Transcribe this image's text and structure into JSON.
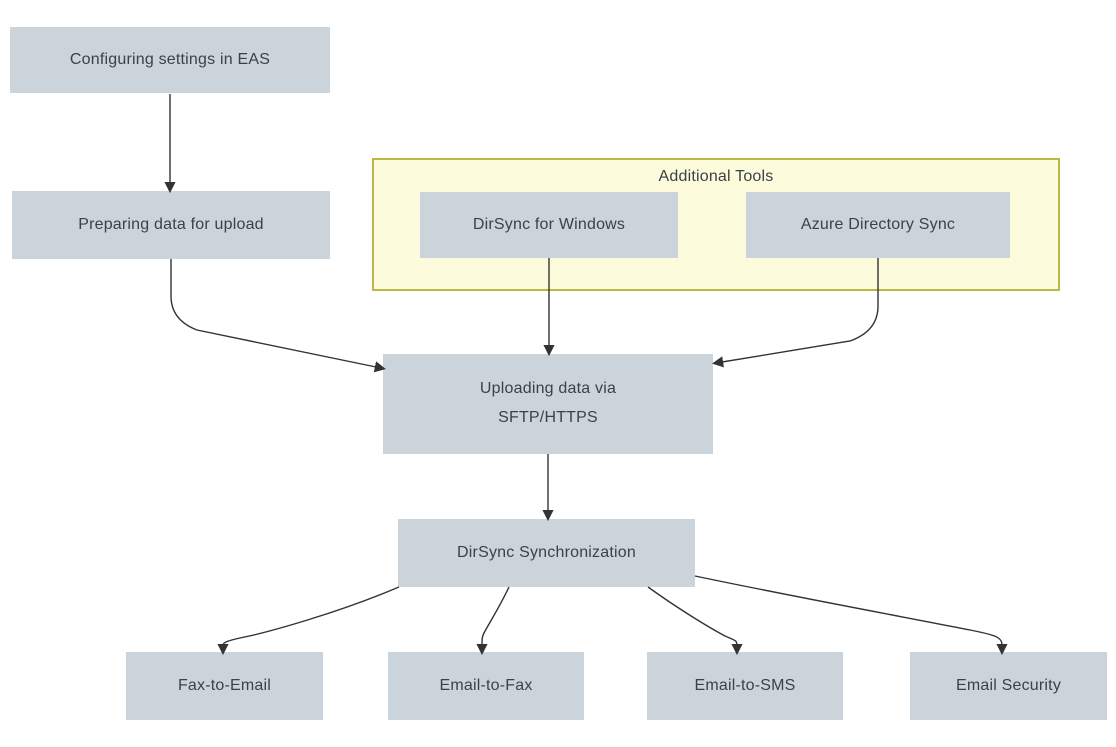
{
  "diagram_type": "flowchart",
  "colors": {
    "node_fill": "#ccd4db",
    "node_text": "#3c4145",
    "group_fill": "#fcfcdc",
    "group_border": "#b9b946",
    "arrow": "#333333",
    "background": "#ffffff"
  },
  "group": {
    "label": "Additional Tools"
  },
  "nodes": {
    "configure": {
      "label": "Configuring settings in EAS"
    },
    "prepare": {
      "label": "Preparing data for upload"
    },
    "dirsync_windows": {
      "label": "DirSync for Windows"
    },
    "azure_sync": {
      "label": "Azure Directory Sync"
    },
    "upload": {
      "lines": [
        "Uploading data via",
        "SFTP/HTTPS"
      ]
    },
    "sync": {
      "label": "DirSync Synchronization"
    },
    "fax_to_email": {
      "label": "Fax-to-Email"
    },
    "email_to_fax": {
      "label": "Email-to-Fax"
    },
    "email_to_sms": {
      "label": "Email-to-SMS"
    },
    "email_security": {
      "label": "Email Security"
    }
  },
  "edges": [
    {
      "from": "configure",
      "to": "prepare"
    },
    {
      "from": "prepare",
      "to": "upload"
    },
    {
      "from": "dirsync_windows",
      "to": "upload"
    },
    {
      "from": "azure_sync",
      "to": "upload"
    },
    {
      "from": "upload",
      "to": "sync"
    },
    {
      "from": "sync",
      "to": "fax_to_email"
    },
    {
      "from": "sync",
      "to": "email_to_fax"
    },
    {
      "from": "sync",
      "to": "email_to_sms"
    },
    {
      "from": "sync",
      "to": "email_security"
    }
  ]
}
